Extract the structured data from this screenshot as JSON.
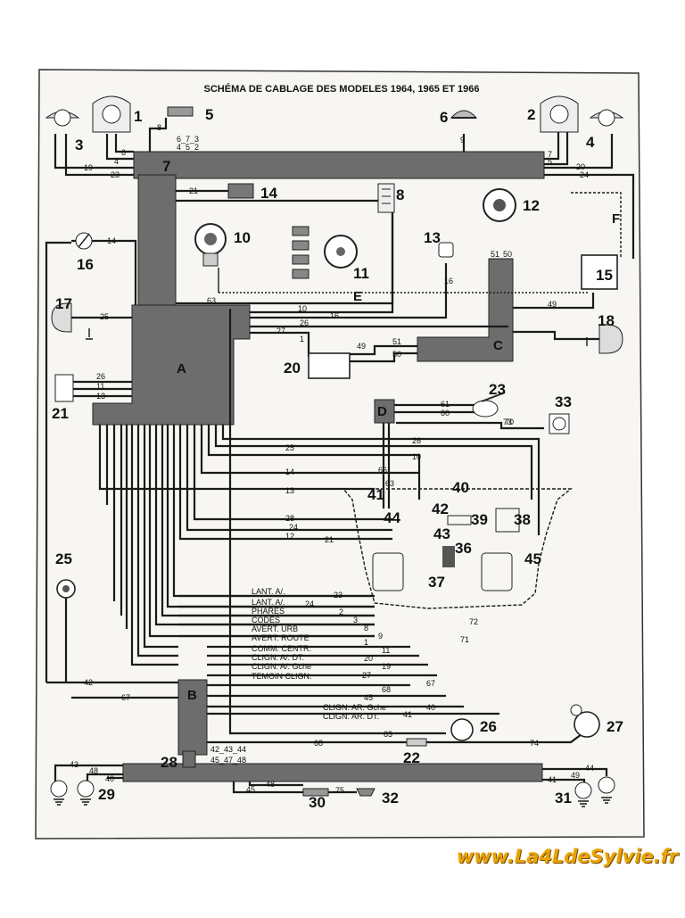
{
  "title": "SCHÉMA DE CABLAGE DES MODELES 1964, 1965 ET 1966",
  "watermark": "www.La4LdeSylvie.fr",
  "components": [
    "1",
    "2",
    "3",
    "4",
    "5",
    "6",
    "7",
    "8",
    "10",
    "11",
    "12",
    "13",
    "14",
    "15",
    "16",
    "17",
    "18",
    "20",
    "21",
    "22",
    "23",
    "25",
    "26",
    "27",
    "28",
    "29",
    "30",
    "31",
    "32",
    "33",
    "36",
    "37",
    "38",
    "39",
    "40",
    "41",
    "42",
    "43",
    "44",
    "45"
  ],
  "bundles": [
    "A",
    "B",
    "C",
    "D",
    "E",
    "F"
  ],
  "wire_numbers": [
    "1",
    "2",
    "3",
    "4",
    "5",
    "6",
    "7",
    "8",
    "9",
    "10",
    "11",
    "12",
    "13",
    "14",
    "16",
    "19",
    "20",
    "21",
    "23",
    "24",
    "25",
    "26",
    "27",
    "28",
    "40",
    "41",
    "42",
    "43",
    "44",
    "45",
    "47",
    "48",
    "49",
    "50",
    "51",
    "60",
    "61",
    "63",
    "66",
    "67",
    "68",
    "70",
    "71",
    "72",
    "73",
    "74",
    "75"
  ],
  "wire_labels": {
    "lant_av_1": "LANT. A/.",
    "lant_av_2": "LANT. A/.",
    "phares": "PHARES",
    "codes": "CODES",
    "avert_urb": "AVERT. URB",
    "avert_route": "AVERT. ROUTE",
    "comm_centr": "COMM. CENTR.",
    "clign_av_dt": "CLIGN. A/. DT.",
    "clign_av_gche": "CLIGN. A/. Gche",
    "temoin_clign": "TEMOIN CLIGN.",
    "clign_ar_gche": "CLIGN. AR. Gche",
    "clign_ar_dt": "CLIGN. AR. DT."
  },
  "group_labels": {
    "g7_top": "6_7_3",
    "g7_bot": "4_5_2",
    "g28_top": "42_43_44",
    "g28_bot": "45_47_48"
  }
}
